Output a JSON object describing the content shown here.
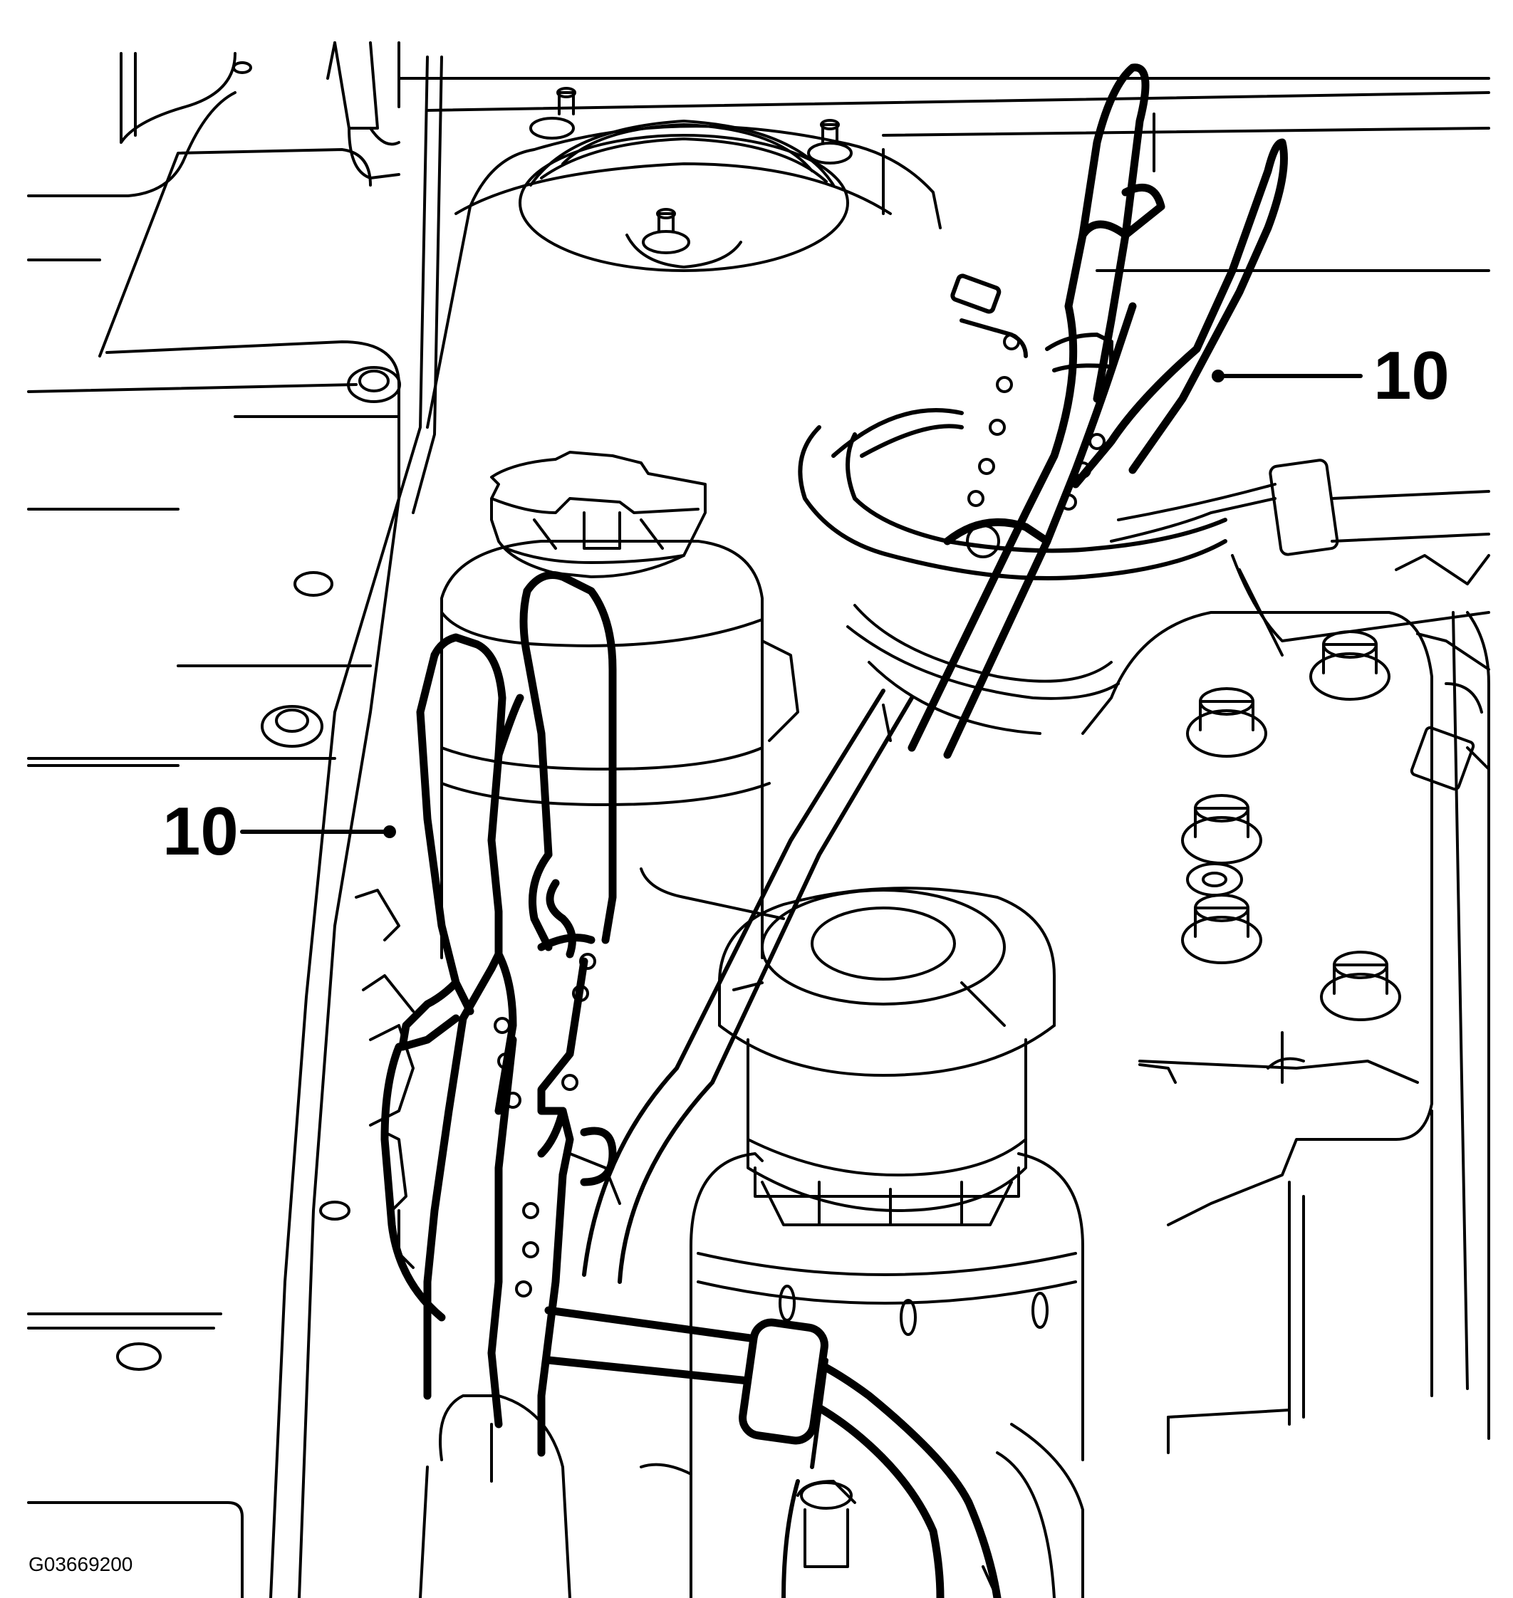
{
  "figure_id": "G03669200",
  "callouts": [
    {
      "label": "10"
    },
    {
      "label": "10"
    }
  ]
}
